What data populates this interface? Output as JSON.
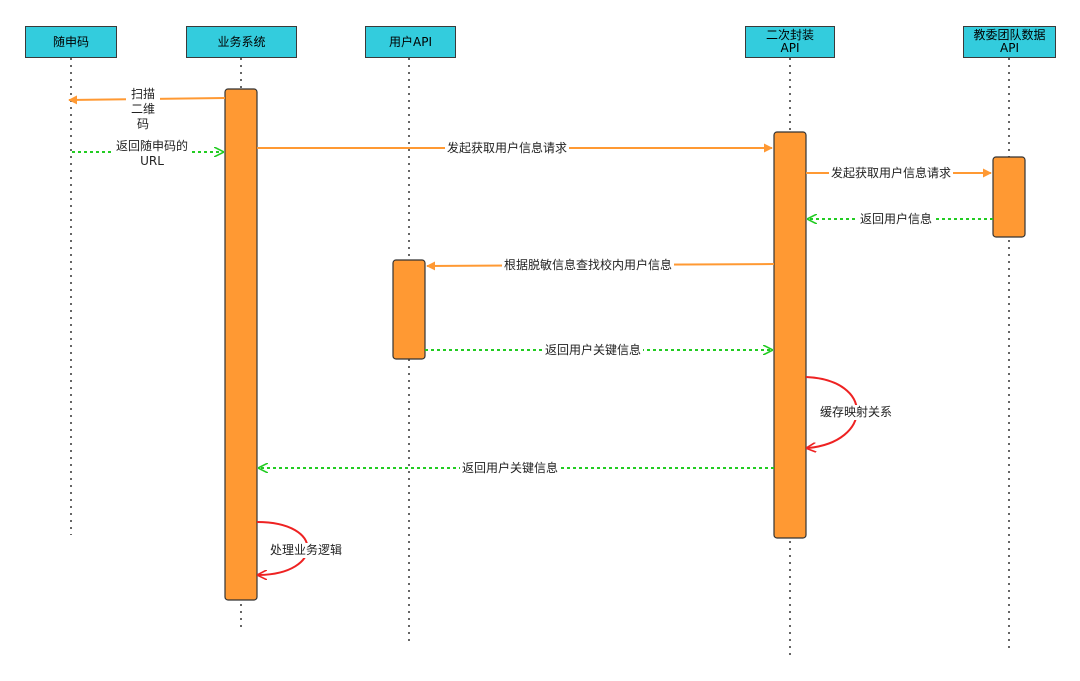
{
  "participants": [
    {
      "id": "p1",
      "name": "随申码"
    },
    {
      "id": "p2",
      "name": "业务系统"
    },
    {
      "id": "p3",
      "name": "用户API"
    },
    {
      "id": "p4",
      "name": "二次封装API"
    },
    {
      "id": "p5",
      "name": "教委团队数据API"
    }
  ],
  "messages": [
    {
      "id": "m1",
      "label": "扫描二维码",
      "style": "solid"
    },
    {
      "id": "m2",
      "label": "返回随申码的URL",
      "style": "dashed"
    },
    {
      "id": "m3",
      "label": "发起获取用户信息请求",
      "style": "solid"
    },
    {
      "id": "m4",
      "label": "发起获取用户信息请求",
      "style": "solid"
    },
    {
      "id": "m5",
      "label": "返回用户信息",
      "style": "dashed"
    },
    {
      "id": "m6",
      "label": "根据脱敏信息查找校内用户信息",
      "style": "solid"
    },
    {
      "id": "m7",
      "label": "返回用户关键信息",
      "style": "dashed"
    },
    {
      "id": "m8",
      "label": "缓存映射关系",
      "style": "self"
    },
    {
      "id": "m9",
      "label": "返回用户关键信息",
      "style": "dashed"
    },
    {
      "id": "m10",
      "label": "处理业务逻辑",
      "style": "self"
    }
  ],
  "colors": {
    "header_fill": "#33ccdd",
    "activation_fill": "#ff9933",
    "solid_arrow": "#ff9933",
    "dashed_arrow": "#22cc22",
    "self_arrow": "#ee2222"
  }
}
